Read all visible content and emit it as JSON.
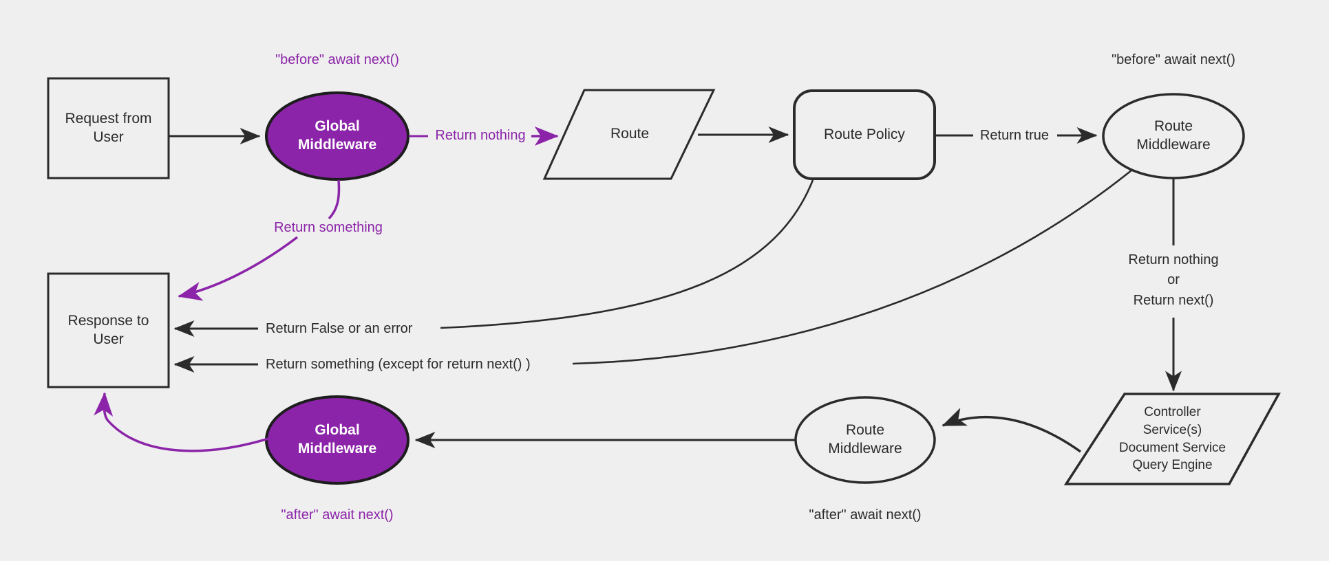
{
  "diagram": {
    "title": "Middleware request/response lifecycle flow",
    "background_color": "#efefef",
    "accent_purple": "#8b24a8",
    "stroke_dark": "#2b2b2b",
    "node_fill": "#efefef"
  },
  "nodes": {
    "request_from_user": {
      "label": "Request from\nUser",
      "line1": "Request from",
      "line2": "User",
      "shape": "rectangle"
    },
    "global_middleware_top": {
      "line1": "Global",
      "line2": "Middleware",
      "shape": "ellipse",
      "fill": "#8b24a8"
    },
    "route": {
      "label": "Route",
      "shape": "parallelogram"
    },
    "route_policy": {
      "label": "Route Policy",
      "shape": "rounded-rectangle"
    },
    "route_middleware_top": {
      "line1": "Route",
      "line2": "Middleware",
      "shape": "ellipse"
    },
    "controller_stack": {
      "shape": "parallelogram",
      "lines": [
        "Controller",
        "Service(s)",
        "Document Service",
        "Query Engine"
      ]
    },
    "route_middleware_bottom": {
      "line1": "Route",
      "line2": "Middleware",
      "shape": "ellipse"
    },
    "global_middleware_bottom": {
      "line1": "Global",
      "line2": "Middleware",
      "shape": "ellipse",
      "fill": "#8b24a8"
    },
    "response_to_user": {
      "line1": "Response to",
      "line2": "User",
      "shape": "rectangle"
    }
  },
  "annotations": {
    "before_await_next_left": "\"before\" await next()",
    "before_await_next_right": "\"before\" await next()",
    "after_await_next_left": "\"after\" await next()",
    "after_await_next_right": "\"after\" await next()"
  },
  "edges": {
    "return_nothing": "Return nothing",
    "return_something": "Return something",
    "return_true": "Return true",
    "return_nothing_or_next_l1": "Return nothing",
    "return_nothing_or_next_l2": "or",
    "return_nothing_or_next_l3": "Return next()",
    "return_false_or_error": "Return False or an error",
    "return_something_except": "Return something (except for return next() )"
  }
}
